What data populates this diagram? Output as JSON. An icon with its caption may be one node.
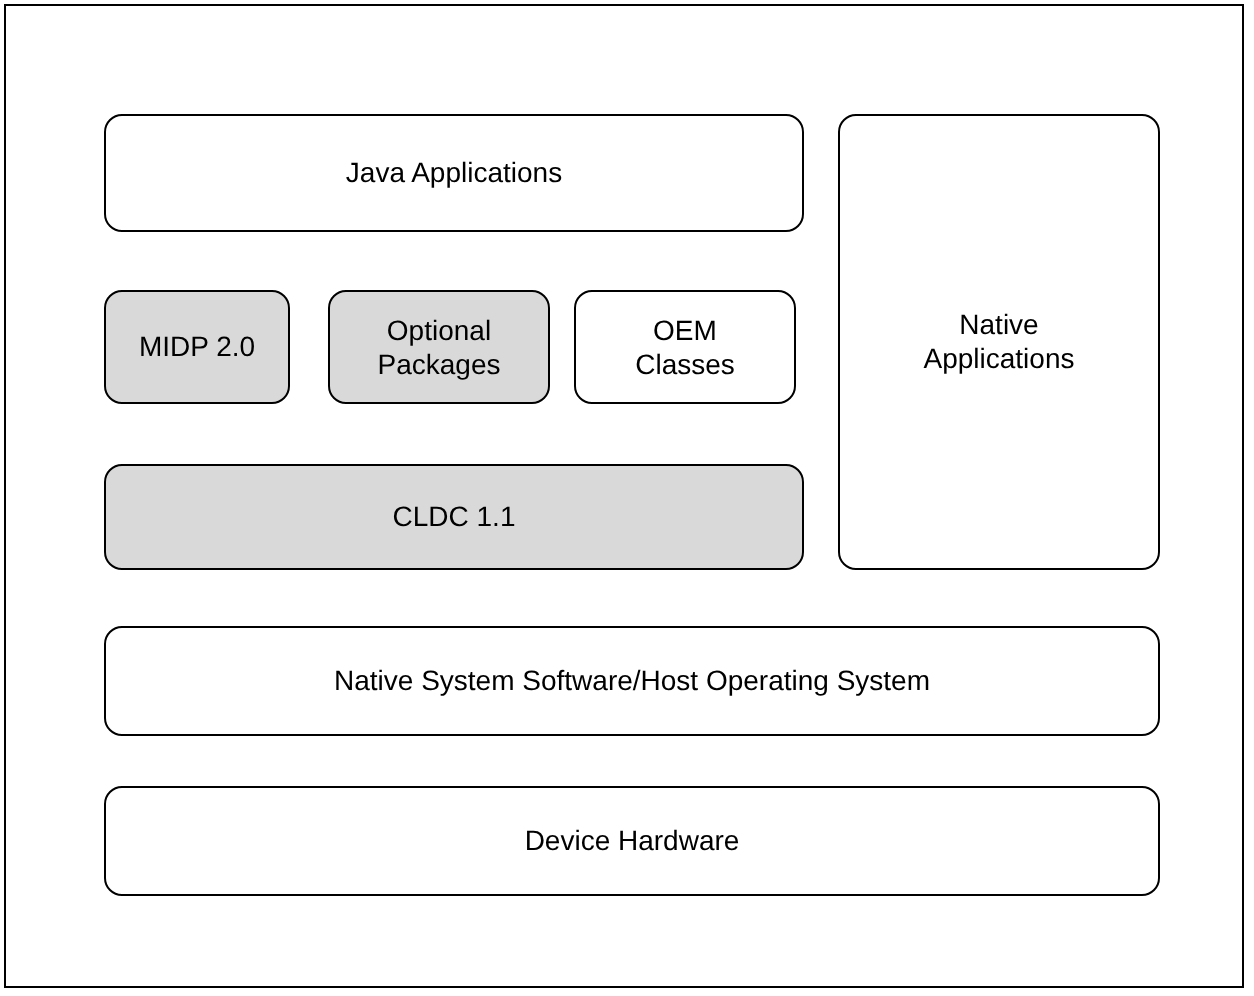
{
  "diagram": {
    "nodes": [
      {
        "text": [
          "Java Applications"
        ]
      },
      {
        "text": [
          "Native Applications"
        ]
      },
      {
        "text": [
          "MIDP 2.0"
        ]
      },
      {
        "text": [
          "Optional Packages"
        ]
      },
      {
        "text": [
          "OEM Classes"
        ]
      },
      {
        "text": [
          "CLDC 1.1"
        ]
      },
      {
        "text": [
          "Native System Software/Host Operating System"
        ]
      },
      {
        "text": [
          "Device Hardware"
        ]
      }
    ]
  }
}
